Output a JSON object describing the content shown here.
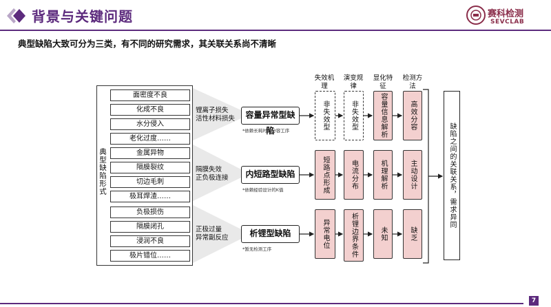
{
  "header": {
    "title": "背景与关键问题",
    "logo_cn": "赛科检测",
    "logo_en": "SEVCLAB"
  },
  "subtitle": "典型缺陷大致可分为三类，有不同的研究需求，其关联关系尚不清晰",
  "left_label": "典型缺陷形式",
  "groups": [
    {
      "items": [
        "面密度不良",
        "化成不良",
        "水分侵入",
        "老化过度……"
      ],
      "cause": [
        "锂离子损失",
        "活性材料损失"
      ],
      "defect": "容量异常型缺陷",
      "note": "*依赖长耗时的分容工序"
    },
    {
      "items": [
        "金属异物",
        "隔膜裂纹",
        "切边毛刺",
        "极耳焊渣……"
      ],
      "cause": [
        "隔膜失效",
        "正负极连接"
      ],
      "defect": "内短路型缺陷",
      "note": "*依赖经验设计的K值"
    },
    {
      "items": [
        "负极损伤",
        "隔膜闭孔",
        "浸润不良",
        "极片错位……"
      ],
      "cause": [
        "正极过量",
        "异常副反应"
      ],
      "defect": "析锂型缺陷",
      "note": "*暂无检测工序"
    }
  ],
  "columns": [
    "失效机理",
    "演变规律",
    "显化特征",
    "检测方法"
  ],
  "cells": [
    [
      "非失效型",
      "非失效型",
      "容量信息解析",
      "高效分容"
    ],
    [
      "短路点形成",
      "电流分布",
      "机理解析",
      "主动设计"
    ],
    [
      "异常电位",
      "析锂边界条件",
      "未知",
      "缺乏"
    ]
  ],
  "right_box": "缺陷之间的关联关系，需求异同",
  "page_number": "7",
  "colors": {
    "brand": "#5c2a7d",
    "logo": "#8a2d4a",
    "cell_fill": "#f3d0cf"
  }
}
